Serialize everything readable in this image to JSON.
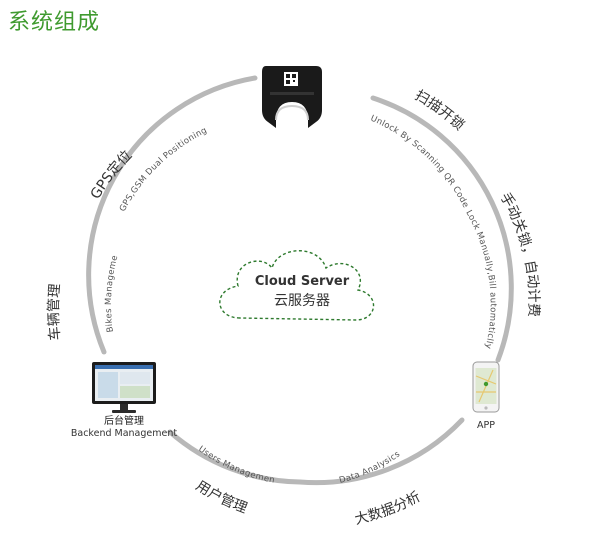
{
  "title": "系统组成",
  "center": {
    "en": "Cloud Server",
    "cn": "云服务器"
  },
  "nodes": {
    "backend": {
      "cn": "后台管理",
      "en": "Backend Management"
    },
    "app": {
      "label": "APP"
    }
  },
  "arc_labels": {
    "gps_cn": "GPS定位",
    "gps_en": "GPS,GSM Dual Positioning",
    "unlock_cn": "扫描开锁",
    "unlock_en": "Unlock By Scanning QR Code",
    "lock_cn": "手动关锁，自动计费",
    "lock_en": "Lock Manually,Bill automaticlly",
    "bikes_cn": "车辆管理",
    "bikes_en": "Bikes Management",
    "users_cn": "用户管理",
    "users_en": "Users Management",
    "data_cn": "大数据分析",
    "data_en": "Data Analysics"
  },
  "colors": {
    "title": "#3f9a2f",
    "ring": "#b8b8b8",
    "cloud": "#2e7a2e"
  },
  "icons": {
    "lock": "smart-lock-icon",
    "monitor": "monitor-icon",
    "phone": "phone-icon"
  }
}
